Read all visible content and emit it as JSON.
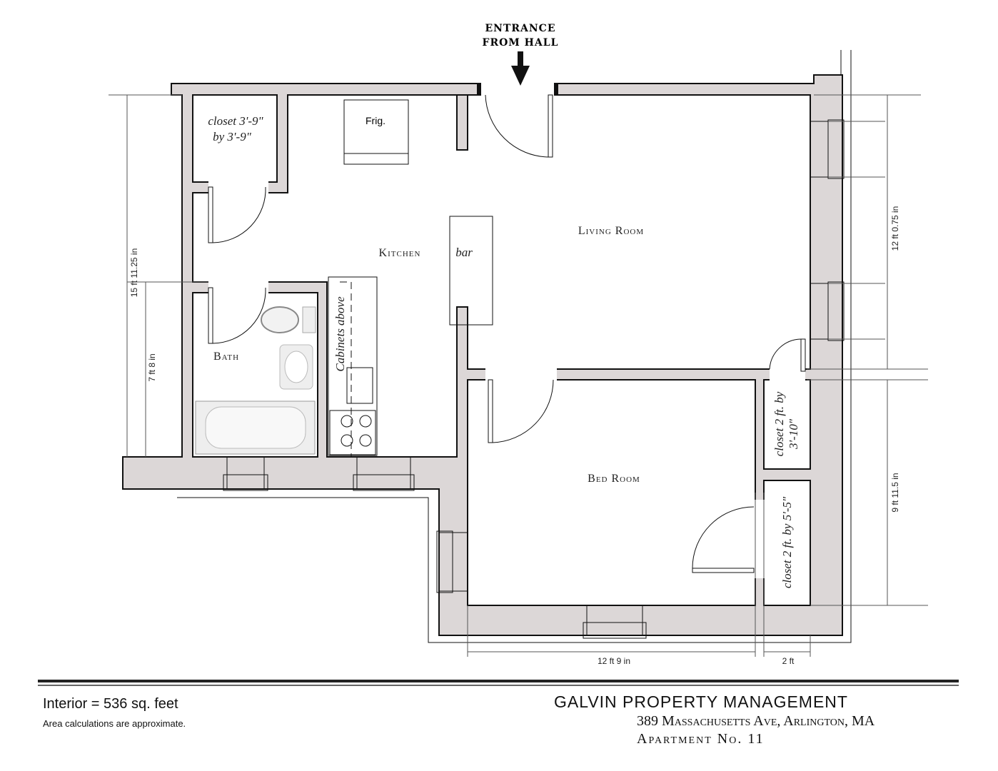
{
  "plan": {
    "entrance_label_1": "ENTRANCE",
    "entrance_label_2": "FROM HALL",
    "rooms": {
      "kitchen": "Kitchen",
      "living": "Living Room",
      "bath": "Bath",
      "bed": "Bed Room"
    },
    "fixtures": {
      "frig": "Frig.",
      "bar": "bar",
      "cabinets": "Cabinets above"
    },
    "closets": {
      "closet1_line1": "closet 3'-9\"",
      "closet1_line2": "by 3'-9\"",
      "closet2_line1": "closet 2 ft. by",
      "closet2_line2": "3'-10\"",
      "closet3": "closet 2 ft. by 5'-5\""
    },
    "dimensions": {
      "left_total": "15 ft 11.25 in",
      "left_bath": "7 ft 8 in",
      "right_living": "12 ft 0.75 in",
      "right_bed": "9 ft 11.5 in",
      "bottom_bed": "12 ft 9 in",
      "bottom_closet": "2 ft"
    },
    "colors": {
      "wall": "#dcd7d7",
      "line": "#111111"
    }
  },
  "footer": {
    "interior": "Interior = 536 sq. feet",
    "disclaimer": "Area calculations are approximate.",
    "company": "GALVIN PROPERTY MANAGEMENT",
    "address": "389 Massachusetts Ave, Arlington, MA",
    "apartment": "Apartment No. 11"
  }
}
